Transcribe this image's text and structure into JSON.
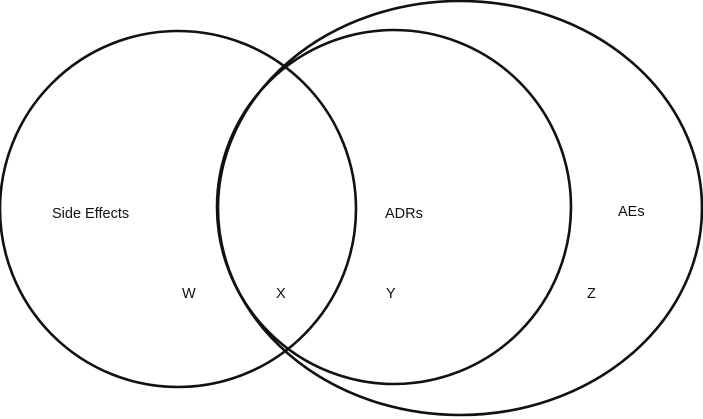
{
  "colors": {
    "background": "#ffffff",
    "stroke": "#111111",
    "text": "#111111"
  },
  "sets": {
    "side_effects": {
      "label": "Side Effects"
    },
    "adrs": {
      "label": "ADRs"
    },
    "aes": {
      "label": "AEs"
    }
  },
  "regions": {
    "w": "W",
    "x": "X",
    "y": "Y",
    "z": "Z"
  }
}
